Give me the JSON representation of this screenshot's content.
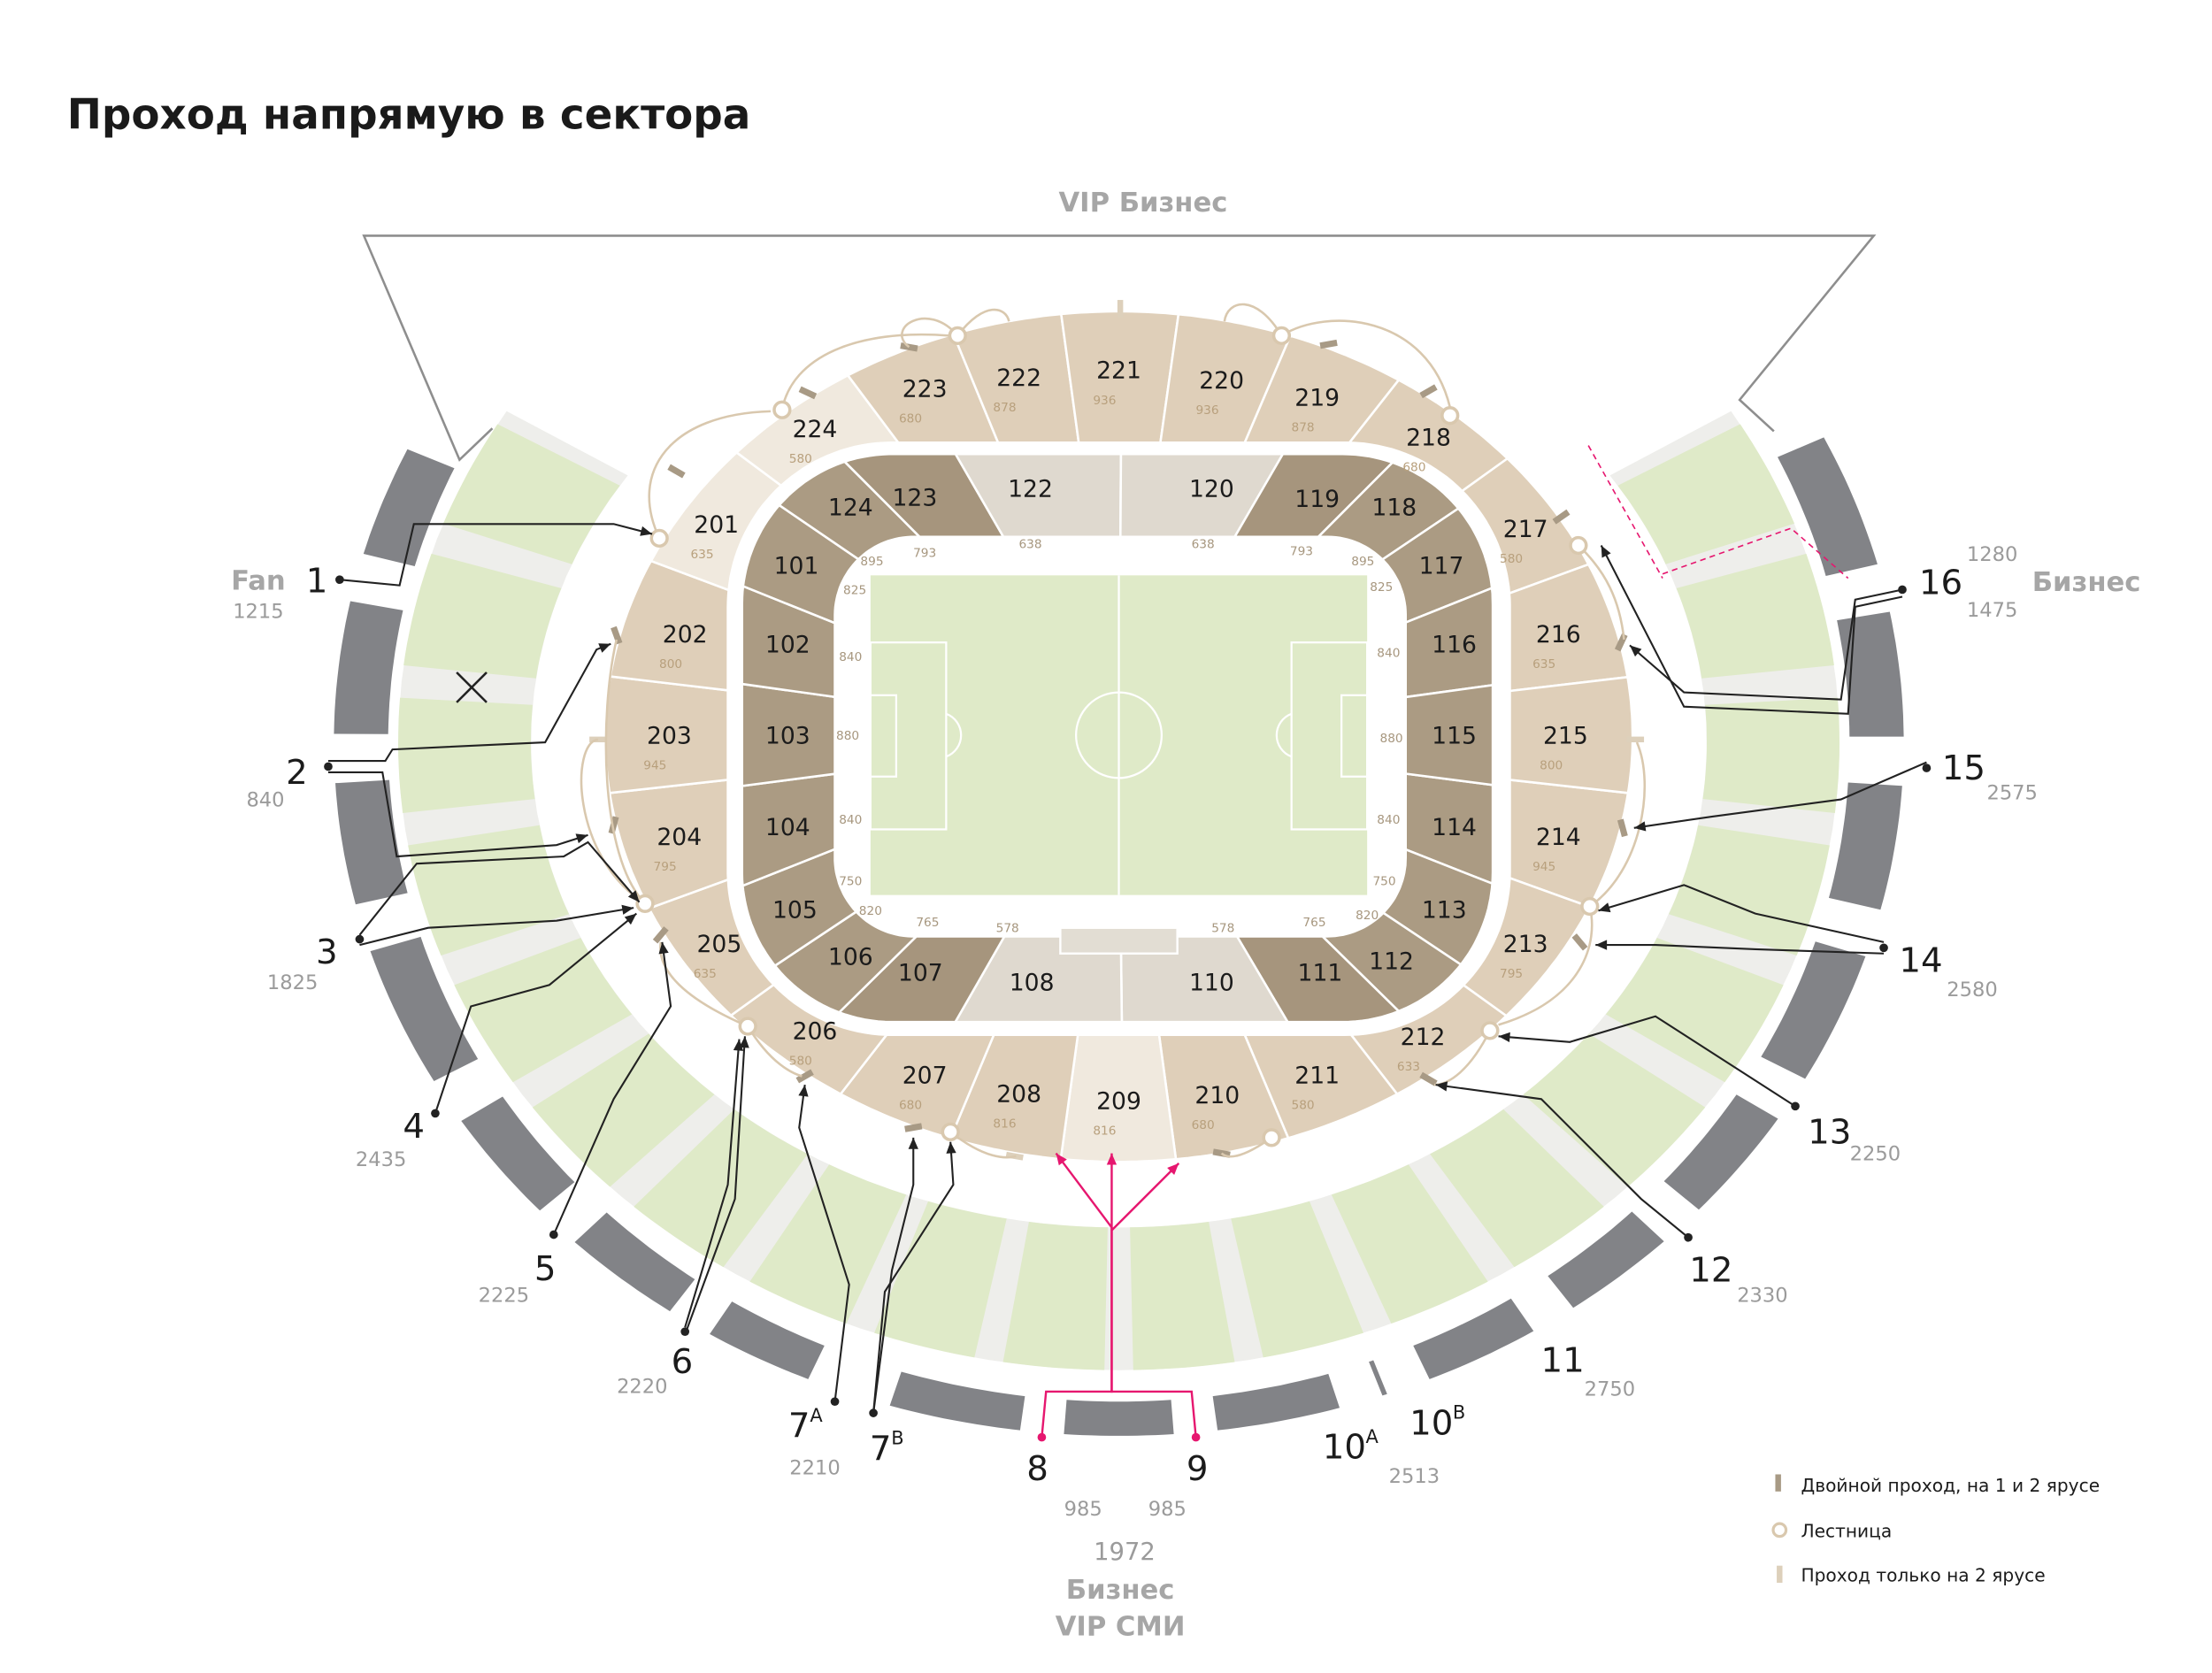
{
  "title": "Проход напрямую в сектора",
  "top_label": "VIP   Бизнес",
  "left_label": "Fan",
  "right_label": "Бизнес",
  "bottom_labels": {
    "total": "1972",
    "business": "Бизнес",
    "vip_media": "VIP  СМИ"
  },
  "colors": {
    "tier2": "#dfcfb9",
    "tier2_light": "#f0e9de",
    "tier1": "#ab9b83",
    "tier1_mid": "#a6957d",
    "tier1_light": "#dfd9cf",
    "field": "#dfeac8",
    "stand": "#dfeac8",
    "gate_ring": "#828387",
    "path": "#222222",
    "pink_path": "#e6176f",
    "stair": "#d9c8ae",
    "double_pass": "#a89a85",
    "tier2_pass": "#ddd0bb"
  },
  "tier2": [
    {
      "id": "201",
      "cap": "635",
      "shade": "light"
    },
    {
      "id": "202",
      "cap": "800",
      "shade": "normal"
    },
    {
      "id": "203",
      "cap": "945",
      "shade": "normal"
    },
    {
      "id": "204",
      "cap": "795",
      "shade": "normal"
    },
    {
      "id": "205",
      "cap": "635",
      "shade": "normal"
    },
    {
      "id": "206",
      "cap": "580",
      "shade": "normal"
    },
    {
      "id": "207",
      "cap": "680",
      "shade": "normal"
    },
    {
      "id": "208",
      "cap": "816",
      "shade": "normal"
    },
    {
      "id": "209",
      "cap": "816",
      "shade": "light"
    },
    {
      "id": "210",
      "cap": "680",
      "shade": "normal"
    },
    {
      "id": "211",
      "cap": "580",
      "shade": "normal"
    },
    {
      "id": "212",
      "cap": "633",
      "shade": "normal"
    },
    {
      "id": "213",
      "cap": "795",
      "shade": "normal"
    },
    {
      "id": "214",
      "cap": "945",
      "shade": "normal"
    },
    {
      "id": "215",
      "cap": "800",
      "shade": "normal"
    },
    {
      "id": "216",
      "cap": "635",
      "shade": "normal"
    },
    {
      "id": "217",
      "cap": "580",
      "shade": "normal"
    },
    {
      "id": "218",
      "cap": "680",
      "shade": "normal"
    },
    {
      "id": "219",
      "cap": "878",
      "shade": "normal"
    },
    {
      "id": "220",
      "cap": "936",
      "shade": "normal"
    },
    {
      "id": "221",
      "cap": "936",
      "shade": "normal"
    },
    {
      "id": "222",
      "cap": "878",
      "shade": "normal"
    },
    {
      "id": "223",
      "cap": "680",
      "shade": "normal"
    },
    {
      "id": "224",
      "cap": "580",
      "shade": "light"
    }
  ],
  "tier1": [
    {
      "id": "101",
      "cap": "825",
      "shade": "dark"
    },
    {
      "id": "102",
      "cap": "840",
      "shade": "dark"
    },
    {
      "id": "103",
      "cap": "880",
      "shade": "dark"
    },
    {
      "id": "104",
      "cap": "840",
      "shade": "dark"
    },
    {
      "id": "105",
      "cap": "750",
      "shade": "dark"
    },
    {
      "id": "106",
      "cap": "820",
      "shade": "dark"
    },
    {
      "id": "107",
      "cap": "765",
      "shade": "mid"
    },
    {
      "id": "108",
      "cap": "578",
      "shade": "light"
    },
    {
      "id": "110",
      "cap": "578",
      "shade": "light"
    },
    {
      "id": "111",
      "cap": "765",
      "shade": "mid"
    },
    {
      "id": "112",
      "cap": "820",
      "shade": "dark"
    },
    {
      "id": "113",
      "cap": "750",
      "shade": "dark"
    },
    {
      "id": "114",
      "cap": "840",
      "shade": "dark"
    },
    {
      "id": "115",
      "cap": "880",
      "shade": "dark"
    },
    {
      "id": "116",
      "cap": "840",
      "shade": "dark"
    },
    {
      "id": "117",
      "cap": "825",
      "shade": "dark"
    },
    {
      "id": "118",
      "cap": "895",
      "shade": "dark"
    },
    {
      "id": "119",
      "cap": "793",
      "shade": "mid"
    },
    {
      "id": "120",
      "cap": "638",
      "shade": "light"
    },
    {
      "id": "122",
      "cap": "638",
      "shade": "light"
    },
    {
      "id": "123",
      "cap": "793",
      "shade": "mid"
    },
    {
      "id": "124",
      "cap": "895",
      "shade": "dark"
    }
  ],
  "gates": [
    {
      "num": "1",
      "sup": "",
      "cap": "1215"
    },
    {
      "num": "2",
      "sup": "",
      "cap": "840"
    },
    {
      "num": "3",
      "sup": "",
      "cap": "1825"
    },
    {
      "num": "4",
      "sup": "",
      "cap": "2435"
    },
    {
      "num": "5",
      "sup": "",
      "cap": "2225"
    },
    {
      "num": "6",
      "sup": "",
      "cap": "2220"
    },
    {
      "num": "7",
      "sup": "A",
      "cap": "2210"
    },
    {
      "num": "7",
      "sup": "B",
      "cap": ""
    },
    {
      "num": "8",
      "sup": "",
      "cap": "985"
    },
    {
      "num": "9",
      "sup": "",
      "cap": "985"
    },
    {
      "num": "10",
      "sup": "A",
      "cap": "2513"
    },
    {
      "num": "10",
      "sup": "B",
      "cap": ""
    },
    {
      "num": "11",
      "sup": "",
      "cap": "2750"
    },
    {
      "num": "12",
      "sup": "",
      "cap": "2330"
    },
    {
      "num": "13",
      "sup": "",
      "cap": "2250"
    },
    {
      "num": "14",
      "sup": "",
      "cap": "2580"
    },
    {
      "num": "15",
      "sup": "",
      "cap": "2575"
    },
    {
      "num": "16",
      "sup": "",
      "cap": "1475",
      "cap2": "1280"
    }
  ],
  "legend": [
    {
      "icon": "double-pass-bar",
      "label": "Двойной проход, на 1 и 2 ярусе"
    },
    {
      "icon": "stair-ring",
      "label": "Лестница"
    },
    {
      "icon": "tier2-pass-bar",
      "label": "Проход только на 2 ярусе"
    }
  ]
}
